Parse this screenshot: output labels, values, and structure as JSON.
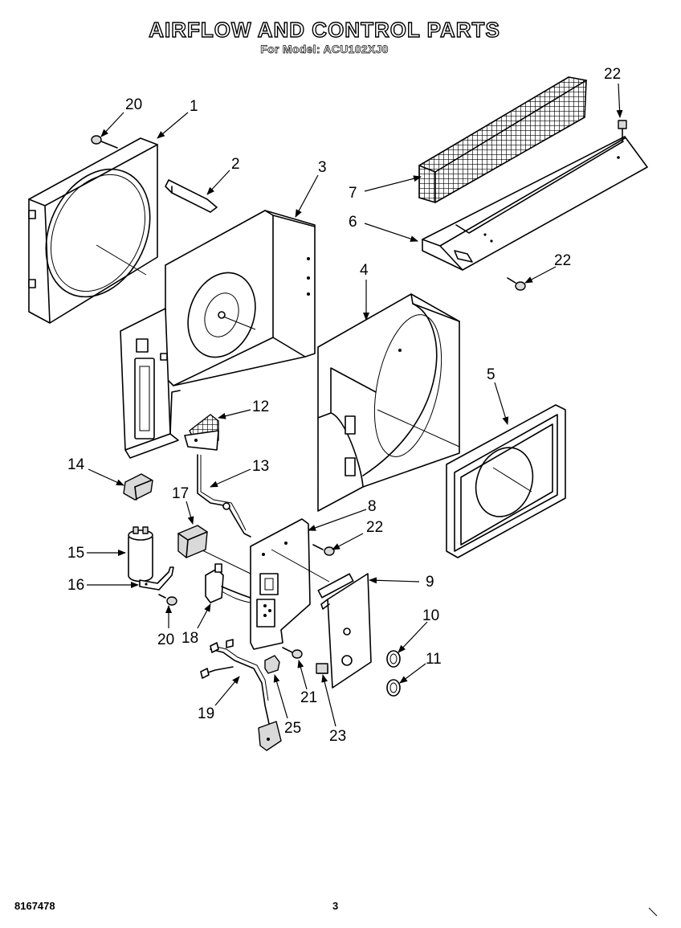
{
  "header": {
    "title": "AIRFLOW AND CONTROL PARTS",
    "subtitle": "For Model: ACU102XJ0"
  },
  "footer": {
    "doc_number": "8167478",
    "page_number": "3"
  },
  "callouts": {
    "c1": "1",
    "c2": "2",
    "c3": "3",
    "c4": "4",
    "c5": "5",
    "c6": "6",
    "c7": "7",
    "c8": "8",
    "c9": "9",
    "c10": "10",
    "c11": "11",
    "c12": "12",
    "c13": "13",
    "c14": "14",
    "c15": "15",
    "c16": "16",
    "c17": "17",
    "c18": "18",
    "c19": "19",
    "c20a": "20",
    "c20b": "20",
    "c21": "21",
    "c22a": "22",
    "c22b": "22",
    "c22c": "22",
    "c23": "23",
    "c25": "25"
  }
}
